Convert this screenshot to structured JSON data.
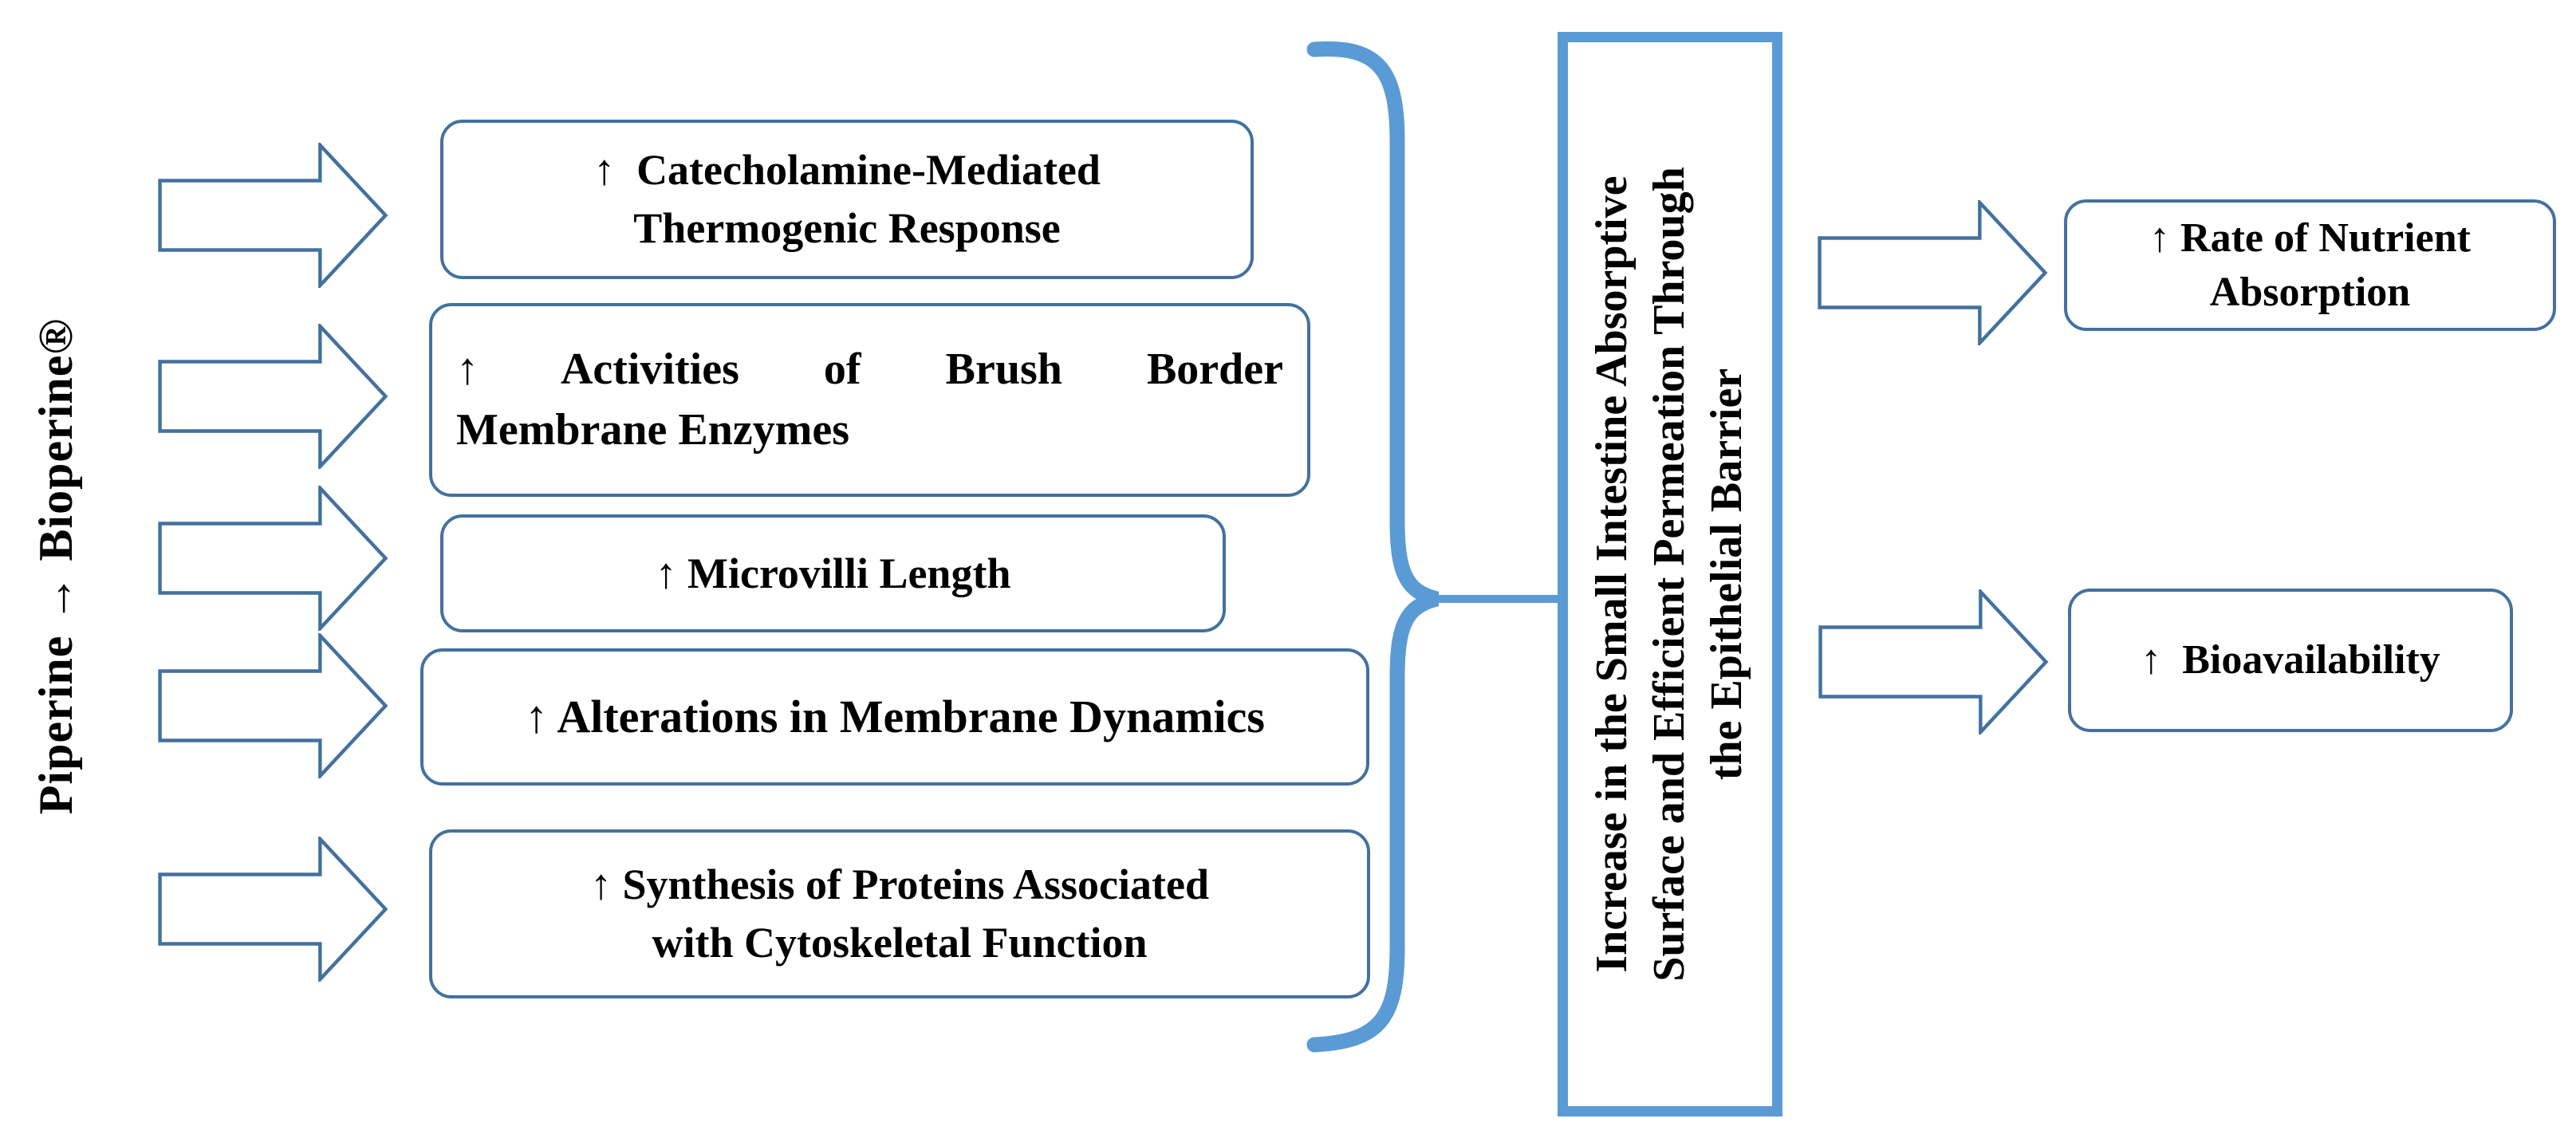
{
  "left_label": {
    "text": "Piperine → Bioperine®"
  },
  "left_boxes": [
    {
      "name": "catecholamine-thermogenic",
      "lines": [
        "↑  Catecholamine-Mediated",
        "Thermogenic Response"
      ]
    },
    {
      "name": "brush-border-enzymes",
      "lines": [
        "↑ Activities of Brush Border",
        "Membrane Enzymes"
      ]
    },
    {
      "name": "microvilli-length",
      "lines": [
        "↑ Microvilli Length"
      ]
    },
    {
      "name": "membrane-dynamics",
      "lines": [
        "↑ Alterations in Membrane Dynamics"
      ]
    },
    {
      "name": "cytoskeletal-proteins",
      "lines": [
        "↑ Synthesis of Proteins Associated",
        "with Cytoskeletal Function"
      ]
    }
  ],
  "center_box": {
    "lines": [
      "Increase in the Small Intestine Absorptive",
      "Surface and Efficient Permeation Through",
      "the Epithelial Barrier"
    ]
  },
  "right_boxes": [
    {
      "name": "nutrient-absorption",
      "lines": [
        "↑ Rate of Nutrient",
        "Absorption"
      ]
    },
    {
      "name": "bioavailability",
      "lines": [
        "↑  Bioavailability"
      ]
    }
  ],
  "icons": {
    "block_arrow": "right-block-arrow",
    "brace": "right-curly-brace"
  },
  "colors": {
    "box_border": "#44719E",
    "arrow_outline": "#44719E",
    "brace_blue": "#5B9BD5",
    "center_box_border": "#5B9BD5",
    "text": "#000000",
    "background": "#FFFFFF"
  }
}
